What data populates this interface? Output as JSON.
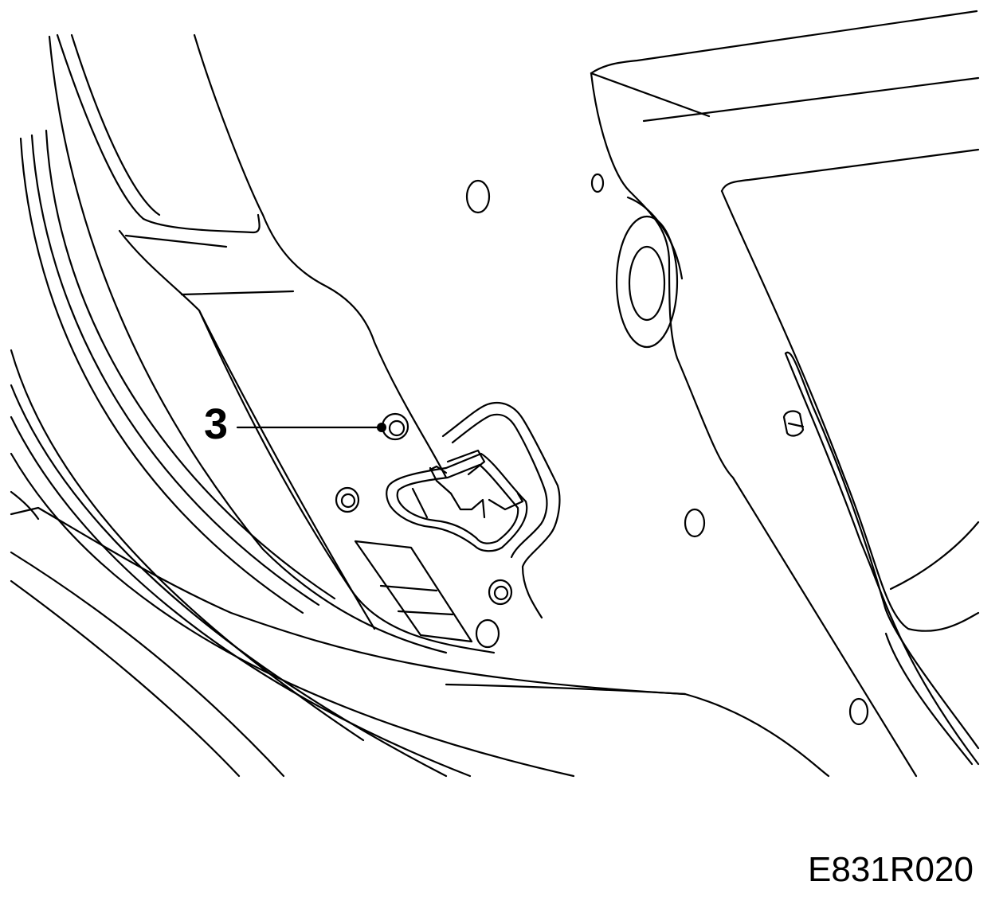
{
  "diagram": {
    "callouts": [
      {
        "label": "3",
        "target": "latch-retaining-bolt"
      }
    ],
    "figure_code": "E831R020",
    "icons": [
      "bolt-icon",
      "striker-icon"
    ]
  }
}
